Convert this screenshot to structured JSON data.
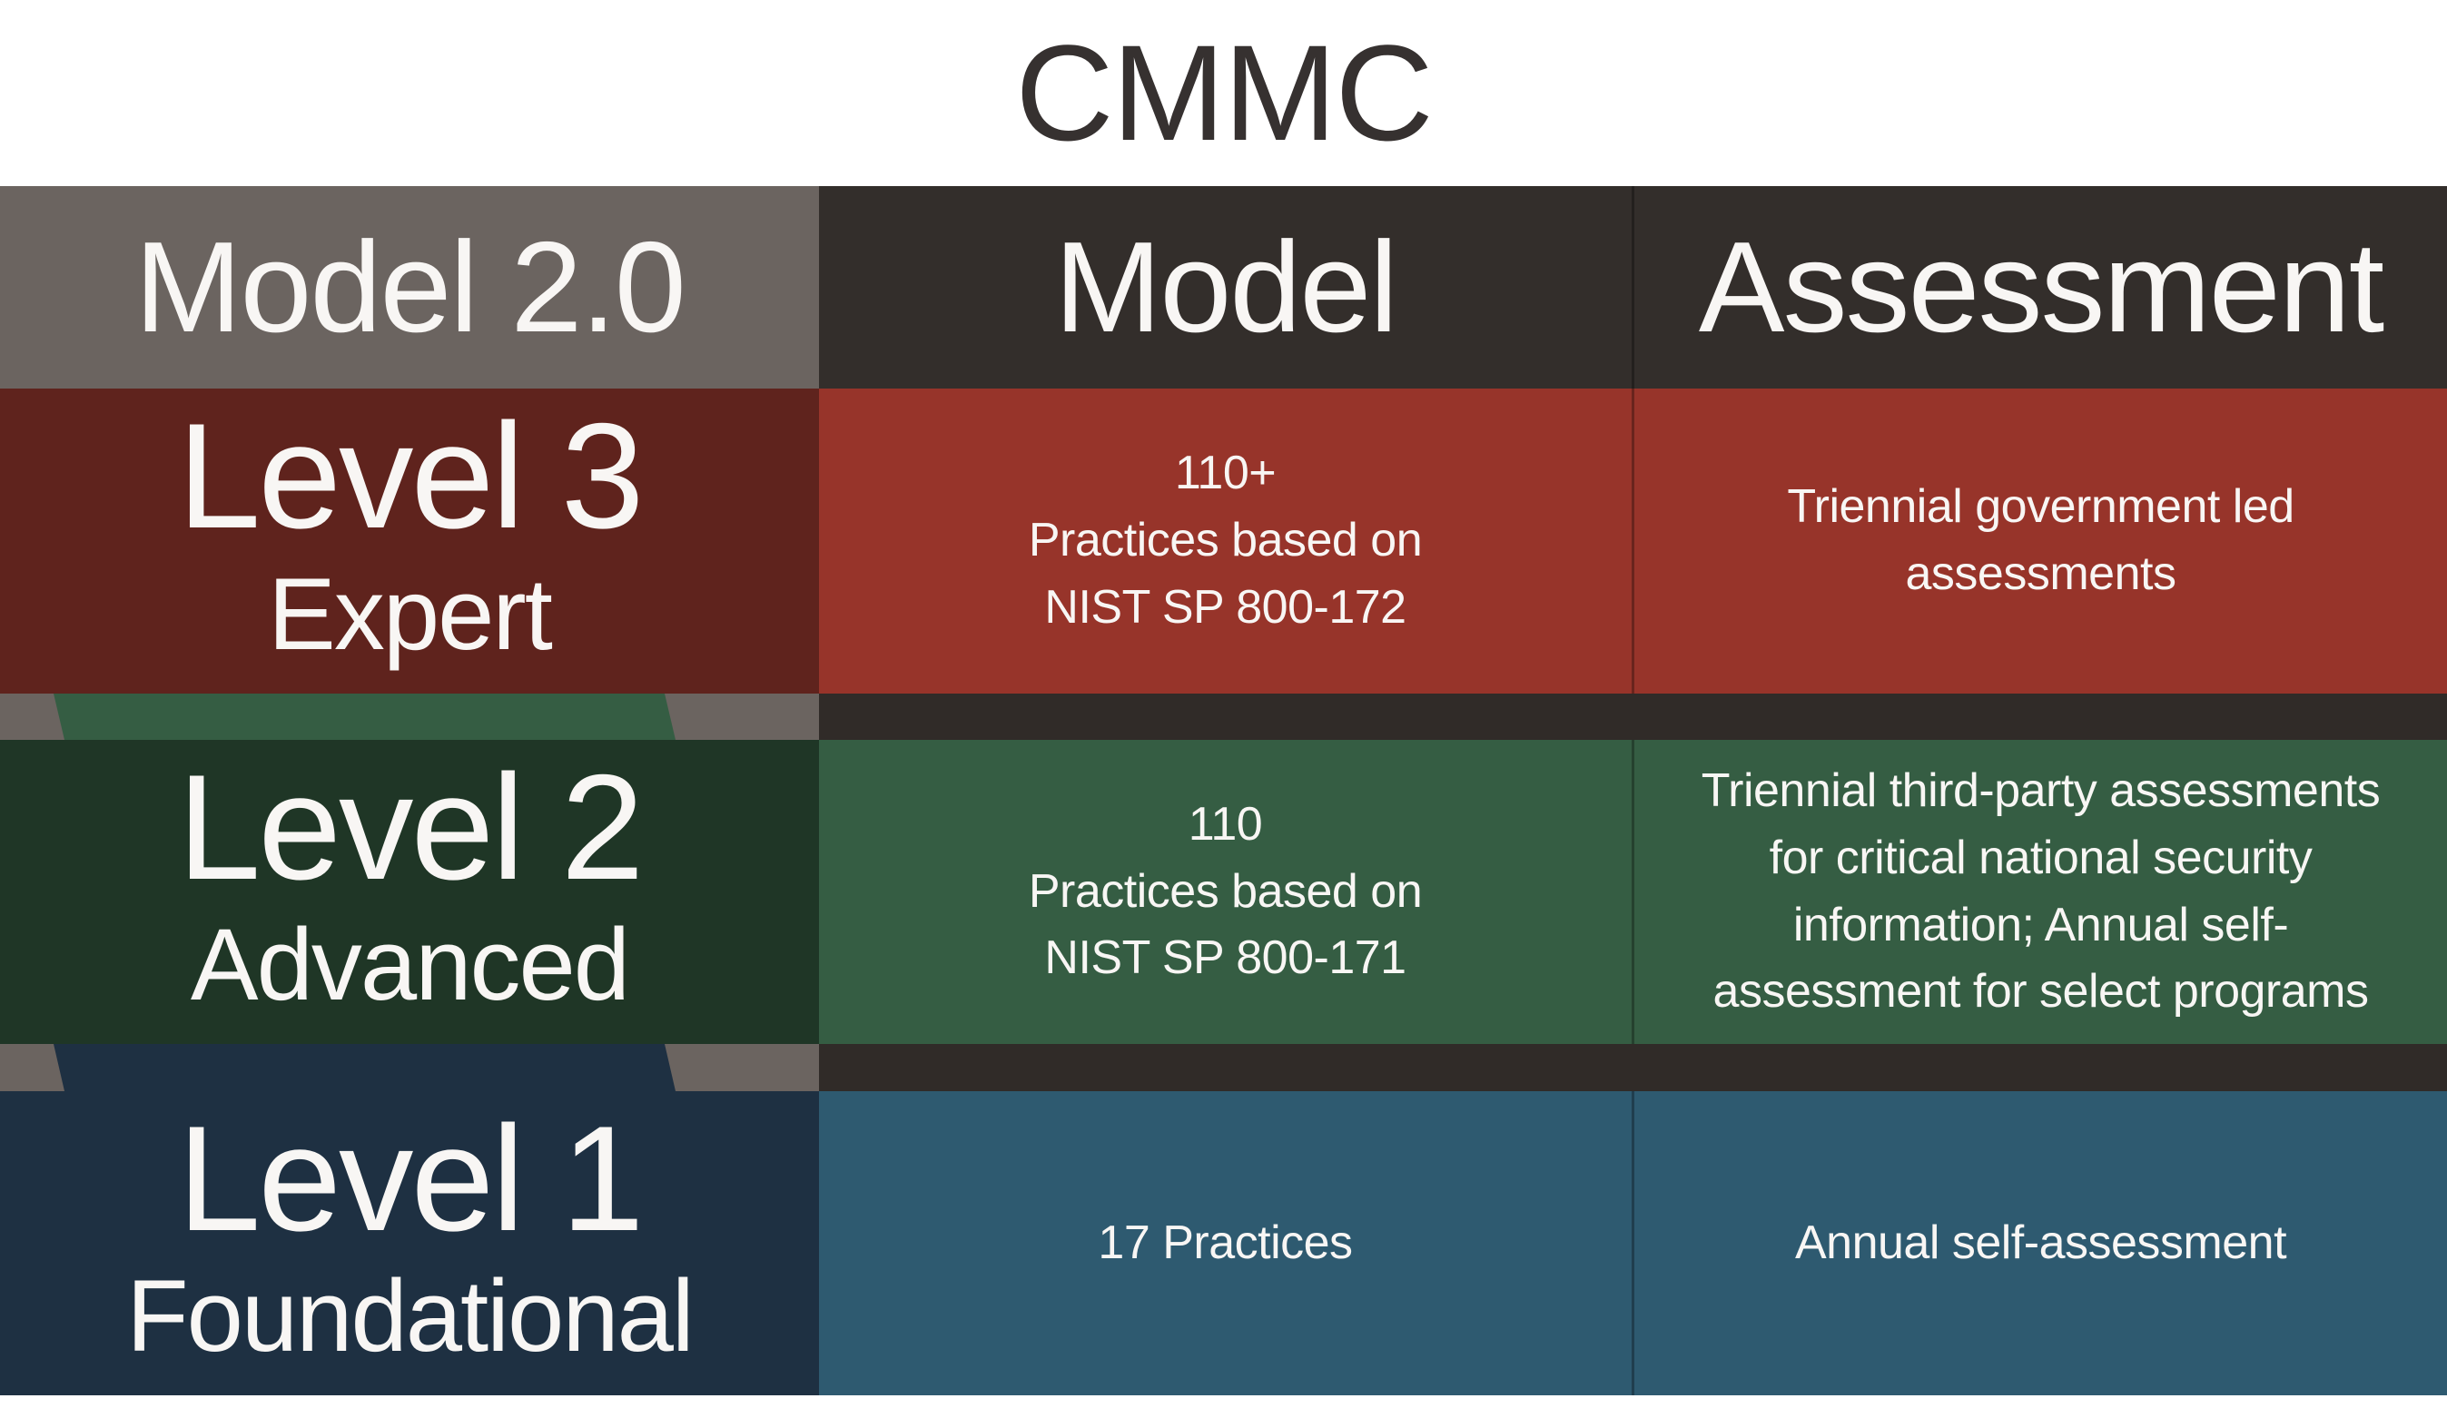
{
  "title": "CMMC",
  "header": {
    "col1": "Model 2.0",
    "col2": "Model",
    "col3": "Assessment"
  },
  "levels": [
    {
      "name": "Level 3",
      "tier": "Expert",
      "model": [
        "110+",
        "Practices based on",
        "NIST SP 800-172"
      ],
      "assessment": [
        "Triennial government led",
        "assessments"
      ]
    },
    {
      "name": "Level 2",
      "tier": "Advanced",
      "model": [
        "110",
        "Practices based on",
        "NIST SP 800-171"
      ],
      "assessment": [
        "Triennial third-party assessments",
        "for critical national security",
        "information; Annual self-",
        "assessment for select programs"
      ]
    },
    {
      "name": "Level 1",
      "tier": "Foundational",
      "model": [
        "17 Practices"
      ],
      "assessment": [
        "Annual self-assessment"
      ]
    }
  ],
  "colors": {
    "page_bg": "#ffffff",
    "title_text": "#363130",
    "text_light": "#f8f6f4",
    "header_gray": "#6b6460",
    "header_dark": "#332e2b",
    "band_dark": "#302b28",
    "level3_left": "#5f231d",
    "level3_main": "#97342a",
    "level2_left": "#1f3626",
    "level2_main": "#355d43",
    "level1_left": "#1e3042",
    "level1_main": "#2e5a70"
  }
}
